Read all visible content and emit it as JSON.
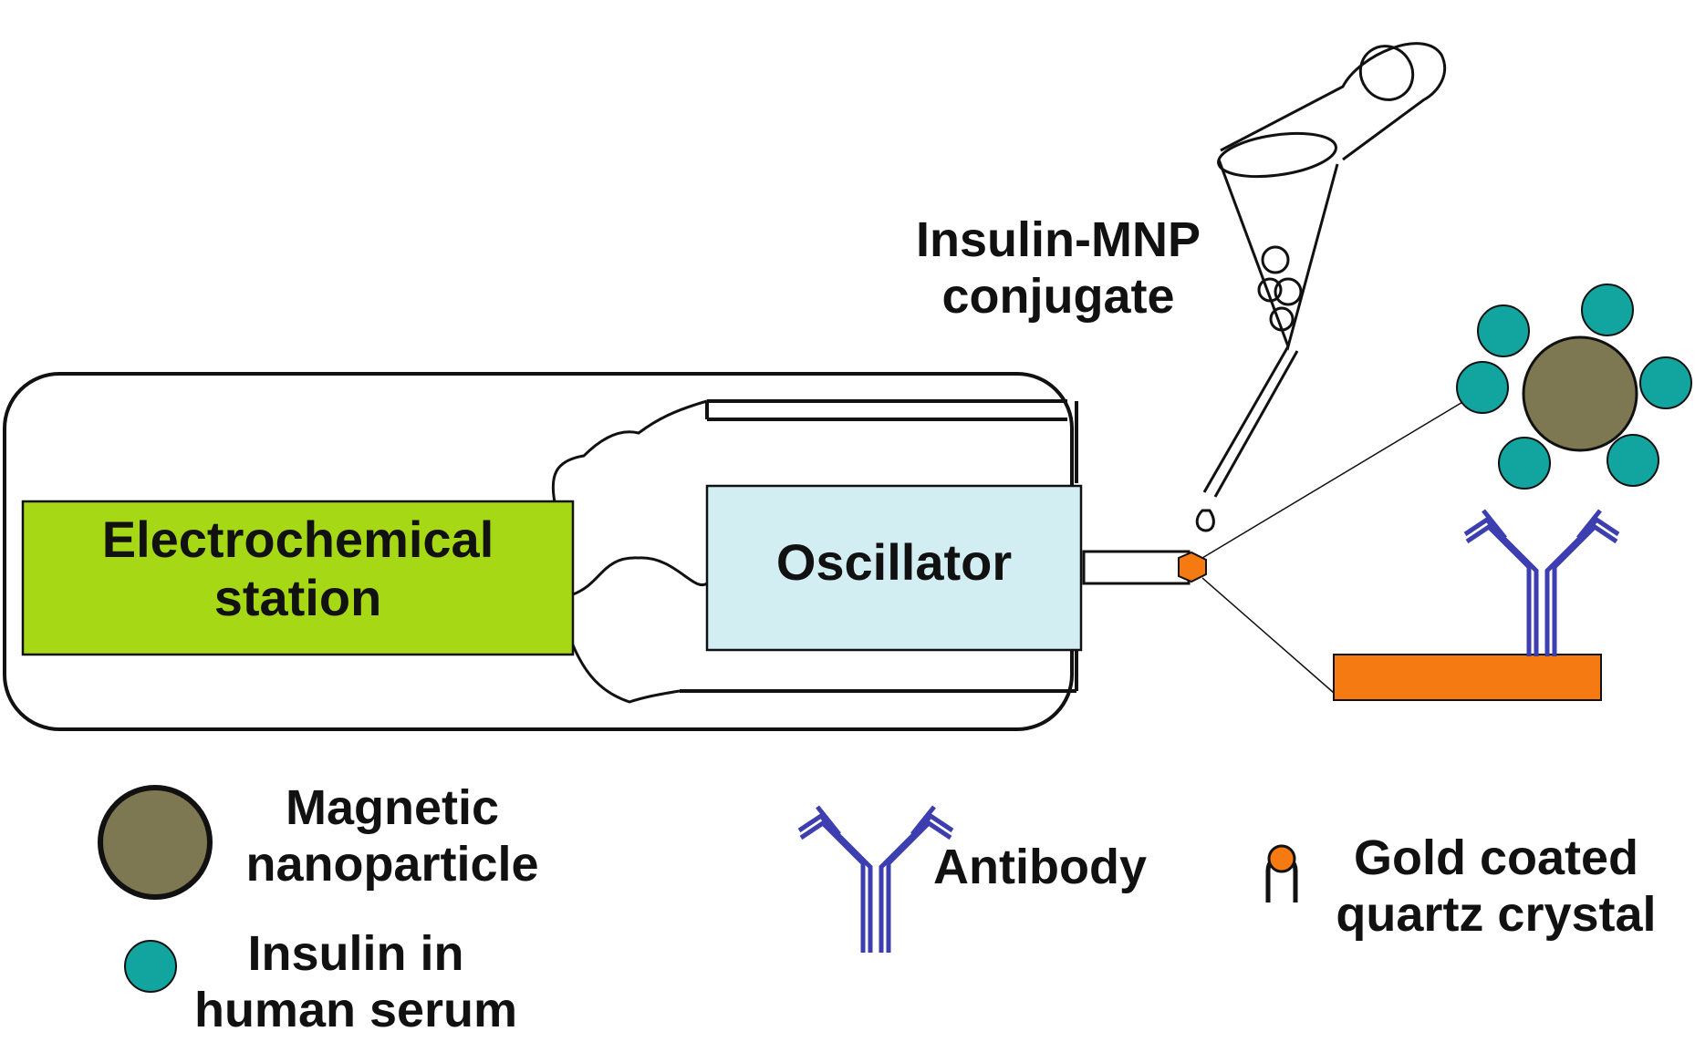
{
  "colors": {
    "station_fill": "#a6d815",
    "oscillator_fill": "#d2eef3",
    "nanoparticle_fill": "#7d7752",
    "insulin_fill": "#12a49e",
    "antibody_stroke": "#3d3fb0",
    "gold_fill": "#f57a12",
    "outline": "#111111"
  },
  "diagram": {
    "station_label": [
      "Electrochemical",
      "station"
    ],
    "oscillator_label": "Oscillator",
    "pipette_label": [
      "Insulin-MNP",
      "conjugate"
    ]
  },
  "legend": {
    "magnetic_nanoparticle": [
      "Magnetic",
      "nanoparticle"
    ],
    "insulin": [
      "Insulin in",
      "human serum"
    ],
    "antibody": "Antibody",
    "gold_crystal": [
      "Gold coated",
      "quartz crystal"
    ]
  },
  "icons": [
    "magnetic-nanoparticle-icon",
    "insulin-icon",
    "antibody-icon",
    "gold-crystal-icon",
    "pipette-icon"
  ]
}
